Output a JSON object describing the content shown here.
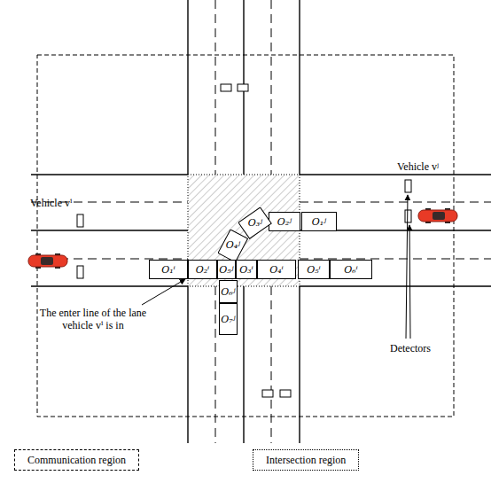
{
  "diagram": {
    "nodes": [
      {
        "text": [
          "O₁ʲ"
        ]
      },
      {
        "text": [
          "O₂ʲ"
        ]
      },
      {
        "text": [
          "O₃ʲ"
        ]
      },
      {
        "text": [
          "O₄ʲ"
        ]
      },
      {
        "text": [
          "O₁ⁱ"
        ]
      },
      {
        "text": [
          "O₂ⁱ"
        ]
      },
      {
        "text": [
          "O₅ʲ"
        ]
      },
      {
        "text": [
          "O₃ⁱ"
        ]
      },
      {
        "text": [
          "O₄ⁱ"
        ]
      },
      {
        "text": [
          "O₅ⁱ"
        ]
      },
      {
        "text": [
          "O₆ⁱ"
        ]
      },
      {
        "text": [
          "O₆ʲ"
        ]
      },
      {
        "text": [
          "O₇ʲ"
        ]
      }
    ],
    "labels": [
      "Vehicle vʲ",
      "Vehicle vⁱ",
      "The enter line of the lane vehicle vⁱ is in",
      "Detectors"
    ],
    "legend": [
      {
        "text": "Communication region"
      },
      {
        "text": "Intersection region"
      }
    ]
  }
}
